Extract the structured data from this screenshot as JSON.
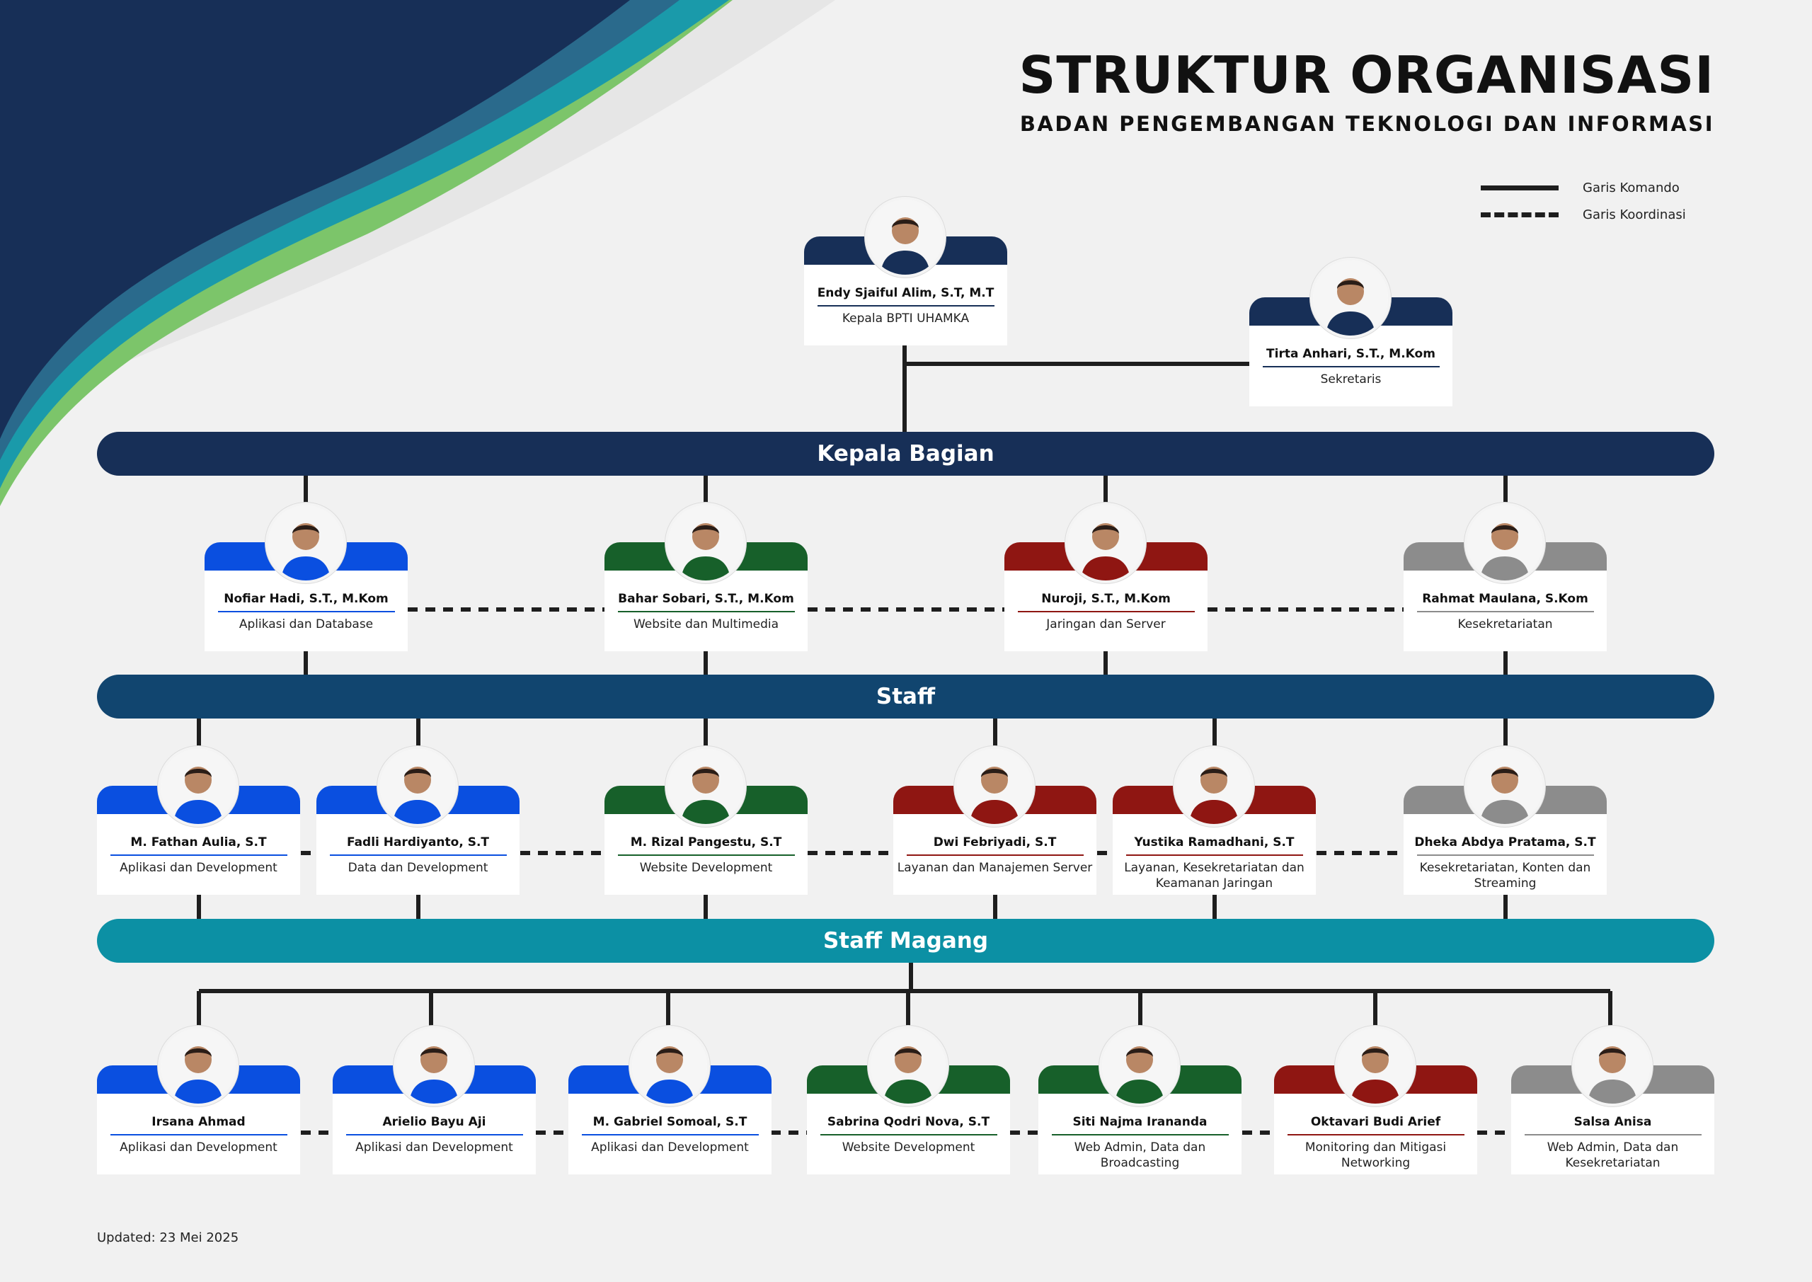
{
  "header": {
    "title": "STRUKTUR ORGANISASI",
    "subtitle": "BADAN PENGEMBANGAN TEKNOLOGI DAN INFORMASI"
  },
  "legend": {
    "command_label": "Garis Komando",
    "coordination_label": "Garis Koordinasi"
  },
  "colors": {
    "navy": "#172f57",
    "blue": "#0a4fe0",
    "green": "#17602a",
    "red": "#8f1612",
    "gray": "#8c8c8c",
    "teal": "#0c90a4"
  },
  "bands": {
    "kepala_bagian": "Kepala Bagian",
    "staff": "Staff",
    "staff_magang": "Staff Magang"
  },
  "head": {
    "name": "Endy Sjaiful Alim, S.T, M.T",
    "role": "Kepala BPTI UHAMKA"
  },
  "secretary": {
    "name": "Tirta Anhari, S.T., M.Kom",
    "role": "Sekretaris"
  },
  "kepala_bagian": [
    {
      "name": "Nofiar Hadi, S.T., M.Kom",
      "role": "Aplikasi dan Database",
      "color": "blue"
    },
    {
      "name": "Bahar Sobari, S.T., M.Kom",
      "role": "Website dan Multimedia",
      "color": "green"
    },
    {
      "name": "Nuroji, S.T., M.Kom",
      "role": "Jaringan dan Server",
      "color": "red"
    },
    {
      "name": "Rahmat Maulana, S.Kom",
      "role": "Kesekretariatan",
      "color": "gray"
    }
  ],
  "staff": [
    {
      "name": "M. Fathan Aulia, S.T",
      "role": "Aplikasi dan Development",
      "color": "blue"
    },
    {
      "name": "Fadli Hardiyanto, S.T",
      "role": "Data dan Development",
      "color": "blue"
    },
    {
      "name": "M. Rizal Pangestu, S.T",
      "role": "Website Development",
      "color": "green"
    },
    {
      "name": "Dwi Febriyadi, S.T",
      "role": "Layanan dan Manajemen Server",
      "color": "red"
    },
    {
      "name": "Yustika Ramadhani, S.T",
      "role": "Layanan, Kesekretariatan dan Keamanan Jaringan",
      "color": "red"
    },
    {
      "name": "Dheka Abdya Pratama, S.T",
      "role": "Kesekretariatan, Konten dan Streaming",
      "color": "gray"
    }
  ],
  "staff_magang": [
    {
      "name": "Irsana Ahmad",
      "role": "Aplikasi dan Development",
      "color": "blue"
    },
    {
      "name": "Arielio Bayu Aji",
      "role": "Aplikasi dan Development",
      "color": "blue"
    },
    {
      "name": "M. Gabriel Somoal, S.T",
      "role": "Aplikasi dan Development",
      "color": "blue"
    },
    {
      "name": "Sabrina Qodri Nova, S.T",
      "role": "Website Development",
      "color": "green"
    },
    {
      "name": "Siti Najma Irananda",
      "role": "Web Admin, Data dan Broadcasting",
      "color": "green"
    },
    {
      "name": "Oktavari Budi Arief",
      "role": "Monitoring dan Mitigasi Networking",
      "color": "red"
    },
    {
      "name": "Salsa Anisa",
      "role": "Web Admin, Data dan Kesekretariatan",
      "color": "gray"
    }
  ],
  "footer": {
    "updated": "Updated: 23 Mei 2025"
  }
}
